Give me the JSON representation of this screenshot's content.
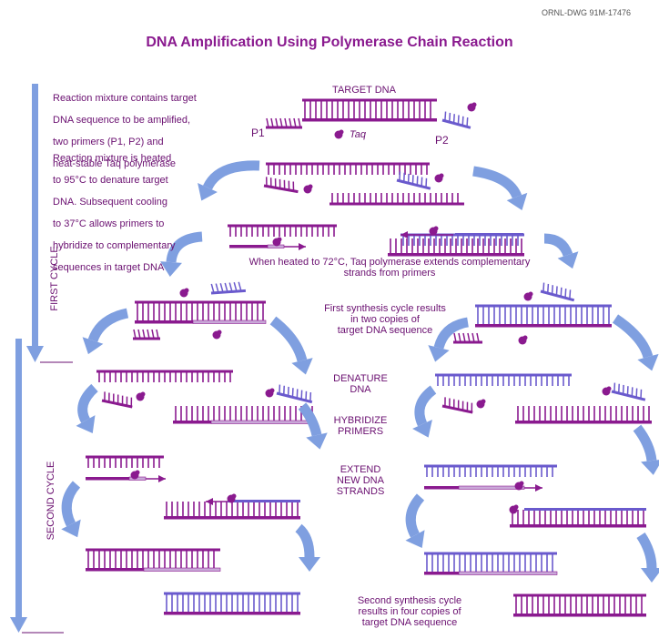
{
  "doc_id": "ORNL-DWG 91M-17476",
  "title": "DNA Amplification Using Polymerase Chain Reaction",
  "captions": {
    "intro_lines": [
      "Reaction mixture contains target",
      "DNA sequence to be amplified,",
      "two primers (P1, P2) and",
      "heat-stable Taq polymerase"
    ],
    "heat_lines": [
      "Reaction mixture is heated",
      "to 95°C to denature target",
      "DNA.  Subsequent cooling",
      "to 37°C allows primers to",
      "hybridize to complementary",
      "sequences in target DNA"
    ],
    "extend_lines": [
      "When heated to 72°C, Taq polymerase extends complementary",
      "strands from primers"
    ],
    "first_result_lines": [
      "First synthesis cycle results",
      "in two copies of",
      "target DNA sequence"
    ],
    "second_result_lines": [
      "Second synthesis cycle",
      "results in four copies of",
      "target DNA sequence"
    ]
  },
  "labels": {
    "target_dna": "TARGET DNA",
    "p1": "P1",
    "p2": "P2",
    "taq": "Taq",
    "denature": [
      "DENATURE",
      "DNA"
    ],
    "hybridize": [
      "HYBRIDIZE",
      "PRIMERS"
    ],
    "extend": [
      "EXTEND",
      "NEW DNA",
      "STRANDS"
    ]
  },
  "cycles": {
    "first": "FIRST CYCLE",
    "second": "SECOND CYCLE"
  },
  "colors": {
    "target_strand": "#8a1a8f",
    "new_strand": "#6a5acd",
    "primer_p2": "#6a5acd",
    "flow_arrow": "#7f9fe0",
    "timeline_arrow": "#7f9fe0",
    "text": "#6a0f70",
    "new_strand_light": "#c9a8d8"
  }
}
